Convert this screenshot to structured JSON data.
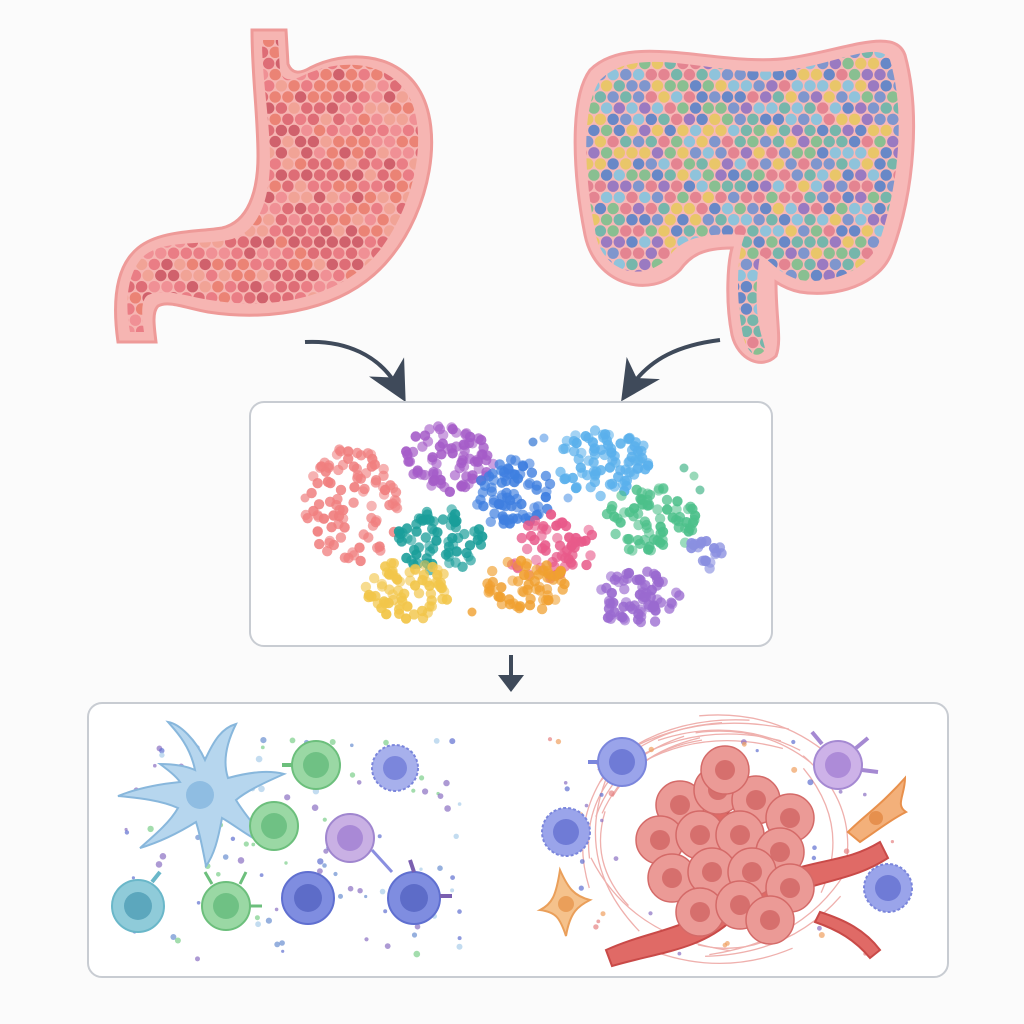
{
  "diagram": {
    "organs": [
      {
        "name": "stomach",
        "cell_colors": [
          "#e8737d",
          "#d9606b",
          "#ee8a8f",
          "#c9525f",
          "#f0a090",
          "#e97a6a"
        ]
      },
      {
        "name": "colon",
        "cell_colors": [
          "#6a8fd0",
          "#5fb5a8",
          "#8a6fc2",
          "#e07a8a",
          "#7cc4e0",
          "#e6c85a",
          "#4f7fc9",
          "#75c08a"
        ]
      }
    ],
    "cluster_panel": {
      "clusters": [
        {
          "name": "cluster-salmon",
          "color": "#f07f7f",
          "count": 95
        },
        {
          "name": "cluster-purple",
          "color": "#a55cc8",
          "count": 80
        },
        {
          "name": "cluster-blue",
          "color": "#3f7fe0",
          "count": 75
        },
        {
          "name": "cluster-lightblue",
          "color": "#5ab0ec",
          "count": 85
        },
        {
          "name": "cluster-teal",
          "color": "#1a9e9a",
          "count": 70
        },
        {
          "name": "cluster-pink",
          "color": "#e85a8a",
          "count": 60
        },
        {
          "name": "cluster-orange",
          "color": "#f0a030",
          "count": 60
        },
        {
          "name": "cluster-green",
          "color": "#4cc08a",
          "count": 75
        },
        {
          "name": "cluster-yellow",
          "color": "#f2c64a",
          "count": 70
        },
        {
          "name": "cluster-violet",
          "color": "#9a6ad0",
          "count": 70
        },
        {
          "name": "cluster-lavender",
          "color": "#8a8fe0",
          "count": 18
        }
      ]
    },
    "immune_panel": {
      "dendritic_cell_color": "#a9cdea",
      "t_cell_green": "#7ccf8a",
      "t_cell_blue": "#5f6fd0",
      "t_cell_purple": "#b08ad6",
      "macrophage_teal": "#6ab7c9"
    },
    "tumor_panel": {
      "tumor_color": "#e58282",
      "vessel_color": "#d9504f",
      "fibroblast_color": "#f0a060",
      "lymphocyte_color": "#7b86dc"
    }
  }
}
